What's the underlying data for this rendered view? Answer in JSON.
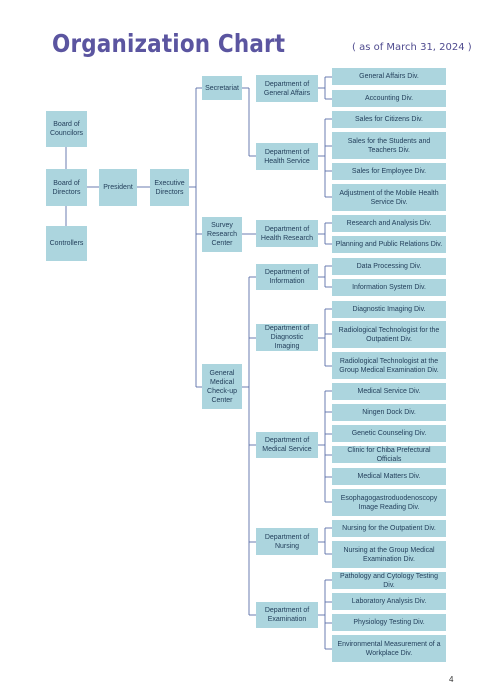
{
  "title": "Organization Chart",
  "as_of": "( as of March 31, 2024 )",
  "page_number": "4",
  "colors": {
    "box": "#acd5de",
    "title": "#5b55a0",
    "line": "#5b6fa8"
  },
  "top": {
    "board_of_councilors": "Board of Councilors",
    "board_of_directors": "Board of Directors",
    "controllers": "Controllers",
    "president": "President",
    "executive_directors": "Executive Directors"
  },
  "centers": {
    "secretariat": "Secretariat",
    "survey_research_center": "Survey Research Center",
    "general_medical_center": "General Medical Check-up Center"
  },
  "departments": {
    "general_affairs": "Department of General Affairs",
    "health_service": "Department of Health Service",
    "health_research": "Department of Health Research",
    "information": "Department of Information",
    "diagnostic_imaging": "Department of Diagnostic Imaging",
    "medical_service": "Department of Medical Service",
    "nursing": "Department of Nursing",
    "examination": "Department of Examination"
  },
  "divisions": {
    "general_affairs_div": "General Affairs Div.",
    "accounting_div": "Accounting Div.",
    "sales_citizens": "Sales for Citizens Div.",
    "sales_students": "Sales for the Students and Teachers Div.",
    "sales_employee": "Sales for Employee Div.",
    "mobile_health": "Adjustment of the Mobile Health Service Div.",
    "research_analysis": "Research and Analysis Div.",
    "planning_pr": "Planning and Public Relations Div.",
    "data_processing": "Data Processing Div.",
    "information_system": "Information System Div.",
    "diagnostic_imaging_div": "Diagnostic Imaging Div.",
    "radio_outpatient": "Radiological Technologist for the Outpatient Div.",
    "radio_group": "Radiological Technologist at the Group Medical Examination Div.",
    "medical_service_div": "Medical Service Div.",
    "ningen_dock": "Ningen Dock Div.",
    "genetic_counseling": "Genetic Counseling Div.",
    "clinic_chiba": "Clinic for Chiba Prefectural Officials",
    "medical_matters": "Medical Matters Div.",
    "esophago": "Esophagogastroduodenoscopy Image Reading Div.",
    "nursing_outpatient": "Nursing for the Outpatient Div.",
    "nursing_group": "Nursing at the Group Medical Examination Div.",
    "pathology": "Pathology and Cytology Testing Div.",
    "laboratory": "Laboratory Analysis Div.",
    "physiology": "Physiology Testing Div.",
    "environmental": "Environmental Measurement of a Workplace Div."
  }
}
